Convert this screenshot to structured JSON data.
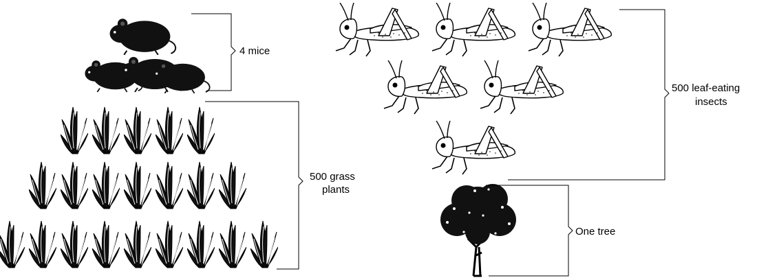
{
  "pyramids": {
    "left": {
      "top_label": "4 mice",
      "bottom_label_line1": "500 grass",
      "bottom_label_line2": "plants",
      "mice_count": 4,
      "grass_rows": [
        5,
        7,
        9
      ]
    },
    "right": {
      "top_label_line1": "500 leaf-eating",
      "top_label_line2": "insects",
      "bottom_label": "One tree",
      "insect_rows": [
        3,
        2,
        1
      ],
      "tree_count": 1
    }
  },
  "colors": {
    "ink": "#000000",
    "fill_dark": "#111111",
    "insect_fill": "#ffffff",
    "background": "#ffffff"
  },
  "icons": [
    "mouse-icon",
    "grass-plant-icon",
    "grasshopper-icon",
    "tree-icon"
  ]
}
